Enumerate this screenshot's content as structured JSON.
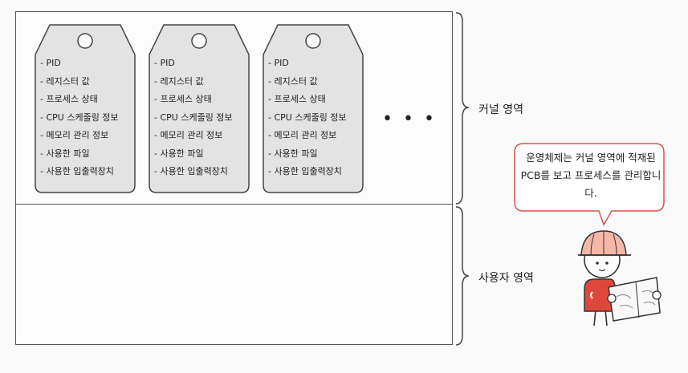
{
  "pcb_fields": [
    "PID",
    "레지스터 값",
    "프로세스 상태",
    "CPU 스케줄링 정보",
    "메모리 관리 정보",
    "사용한 파일",
    "사용한 입출력장치"
  ],
  "ellipsis": "• • •",
  "regions": {
    "kernel_label": "커널 영역",
    "user_label": "사용자 영역"
  },
  "speech_bubble": {
    "text": "운영체제는 커널 영역에 적재된 PCB를 보고 프로세스를 관리합니다."
  },
  "colors": {
    "tag_fill": "#e3e3e3",
    "bubble_border": "#d9534f",
    "accent": "#e0473c"
  }
}
